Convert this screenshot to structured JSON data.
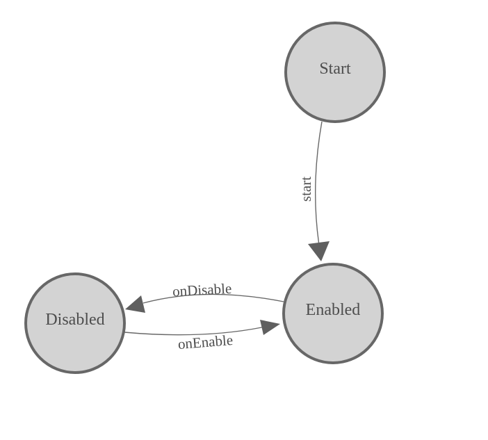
{
  "diagram": {
    "type": "state-machine",
    "background": "#ffffff",
    "colors": {
      "node_fill": "#d3d3d3",
      "node_stroke": "#676767",
      "edge_stroke": "#686868",
      "arrow_fill": "#5f5f5f",
      "label_text": "#4d4d4d"
    },
    "nodes": [
      {
        "id": "start",
        "label": "Start"
      },
      {
        "id": "enabled",
        "label": "Enabled"
      },
      {
        "id": "disabled",
        "label": "Disabled"
      }
    ],
    "edges": [
      {
        "from": "Start",
        "to": "Enabled",
        "label": "start"
      },
      {
        "from": "Enabled",
        "to": "Disabled",
        "label": "onDisable"
      },
      {
        "from": "Disabled",
        "to": "Enabled",
        "label": "onEnable"
      }
    ]
  }
}
